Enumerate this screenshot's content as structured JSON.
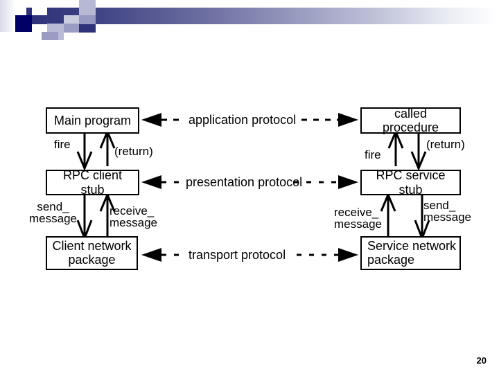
{
  "slide": {
    "page_number": "20",
    "theme": {
      "accent_dark": "#2e3178",
      "accent_mid": "#8d90b4",
      "accent_light": "#c9cbdf",
      "navy_square": "#000066",
      "line_color": "#000000",
      "background": "#ffffff"
    }
  },
  "diagram": {
    "type": "rpc-layered-architecture",
    "client_nodes": [
      {
        "id": "main-program",
        "label": "Main program"
      },
      {
        "id": "rpc-client-stub",
        "label": "RPC client stub"
      },
      {
        "id": "client-network",
        "label": "Client network\npackage"
      }
    ],
    "server_nodes": [
      {
        "id": "called-procedure",
        "label": "called procedure"
      },
      {
        "id": "rpc-service-stub",
        "label": "RPC service stub"
      },
      {
        "id": "service-network",
        "label": "Service network\npackage"
      }
    ],
    "protocols": [
      {
        "id": "application-protocol",
        "label": "application protocol"
      },
      {
        "id": "presentation-protocol",
        "label": "presentation protocol"
      },
      {
        "id": "transport-protocol",
        "label": "transport protocol"
      }
    ],
    "client_edge_labels": [
      {
        "id": "client-fire",
        "label": "fire"
      },
      {
        "id": "client-return",
        "label": "(return)"
      },
      {
        "id": "client-send-message",
        "label": "send_\nmessage"
      },
      {
        "id": "client-receive-message",
        "label": "receive_\nmessage"
      }
    ],
    "server_edge_labels": [
      {
        "id": "server-fire",
        "label": "fire"
      },
      {
        "id": "server-return",
        "label": "(return)"
      },
      {
        "id": "server-receive-message",
        "label": "receive_\nmessage"
      },
      {
        "id": "server-send-message",
        "label": "send_\nmessage"
      }
    ]
  }
}
